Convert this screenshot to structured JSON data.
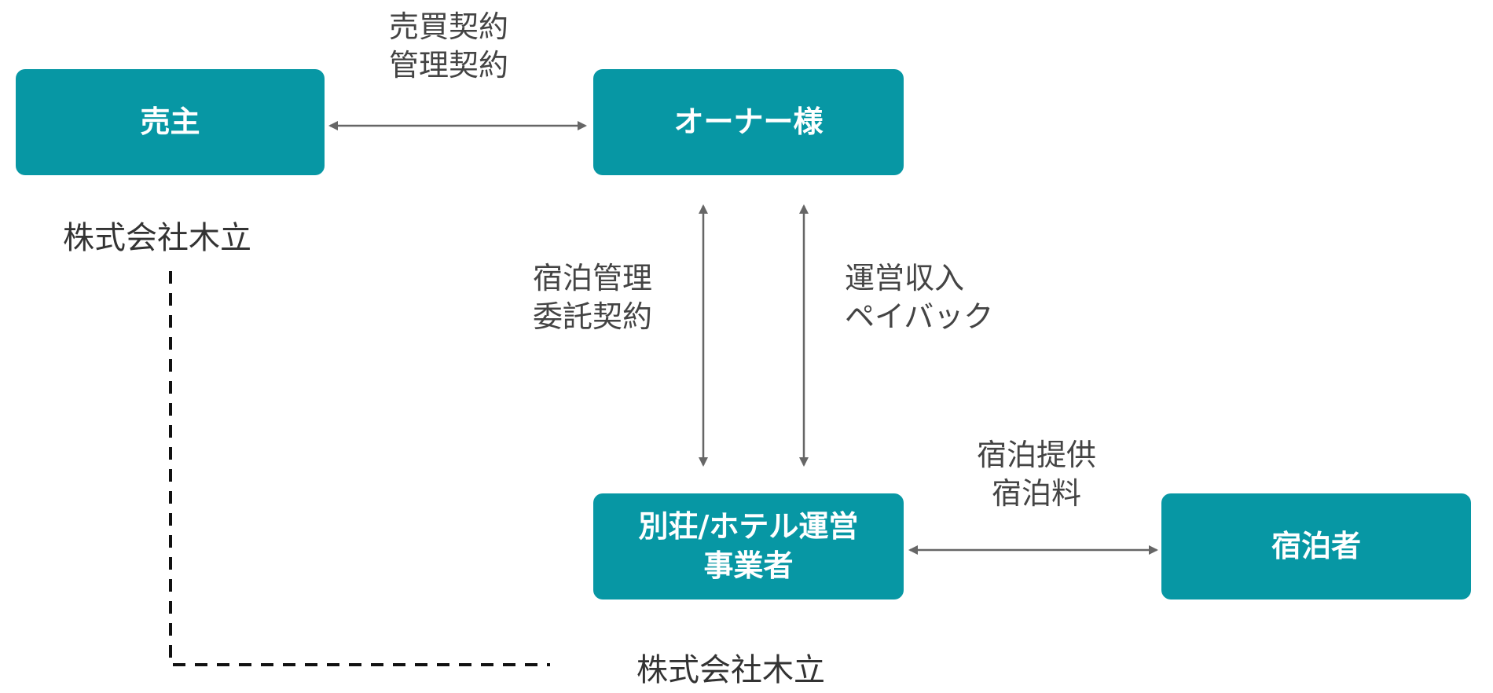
{
  "nodes": {
    "seller": "売主",
    "owner": "オーナー様",
    "operator_line1": "別荘/ホテル運営",
    "operator_line2": "事業者",
    "guest": "宿泊者"
  },
  "edge_labels": {
    "seller_owner": [
      "売買契約",
      "管理契約"
    ],
    "owner_to_operator": [
      "宿泊管理",
      "委託契約"
    ],
    "operator_to_owner": [
      "運営収入",
      "ペイバック"
    ],
    "operator_guest": [
      "宿泊提供",
      "宿泊料"
    ]
  },
  "companies": {
    "seller_company": "株式会社木立",
    "operator_company": "株式会社木立"
  },
  "colors": {
    "node_fill": "#0797a4",
    "node_text": "#ffffff",
    "arrow": "#666666",
    "dashed_line": "#111111"
  }
}
